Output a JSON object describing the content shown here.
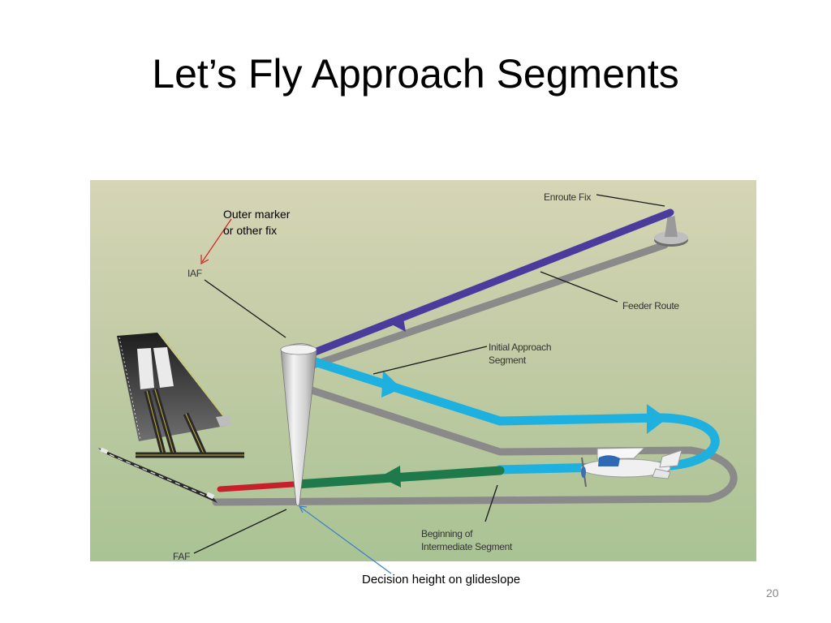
{
  "slide": {
    "title": "Let’s Fly Approach Segments",
    "number": "20"
  },
  "diagram": {
    "labels": {
      "enroute_fix": "Enroute Fix",
      "feeder_route": "Feeder Route",
      "iaf": "IAF",
      "initial_line1": "Initial Approach",
      "initial_line2": "Segment",
      "intermediate_line1": "Beginning of",
      "intermediate_line2": "Intermediate Segment",
      "faf": "FAF"
    },
    "callouts": {
      "outer_marker_line1": "Outer marker",
      "outer_marker_line2": "or other fix",
      "decision_height": "Decision height on glideslope"
    },
    "colors": {
      "feeder": "#4b3b9c",
      "initial": "#1eb1e0",
      "intermediate": "#1e7a4a",
      "final": "#c8202a",
      "ground_track": "#8a8a8a",
      "arrow_red": "#cc2222",
      "arrow_blue": "#3b7fc4"
    }
  }
}
